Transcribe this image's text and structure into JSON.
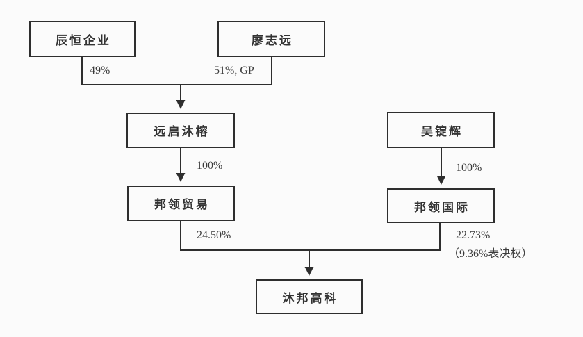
{
  "diagram": {
    "nodes": {
      "chenheng": {
        "label": "辰恒企业"
      },
      "liao": {
        "label": "廖志远"
      },
      "yuanqi": {
        "label": "远启沐榕"
      },
      "wu": {
        "label": "吴锭辉"
      },
      "bangling_trade": {
        "label": "邦领贸易"
      },
      "bangling_intl": {
        "label": "邦领国际"
      },
      "mubang": {
        "label": "沐邦高科"
      }
    },
    "edge_labels": {
      "chenheng_to_yuanqi": "49%",
      "liao_to_yuanqi": "51%, GP",
      "yuanqi_to_trade": "100%",
      "wu_to_intl": "100%",
      "trade_to_mubang": "24.50%",
      "intl_to_mubang": "22.73%",
      "intl_voting_note": "（9.36%表决权）"
    },
    "colors": {
      "line": "#2e2e2e",
      "text": "#3b3b3b",
      "background": "#fbfbfb"
    }
  }
}
